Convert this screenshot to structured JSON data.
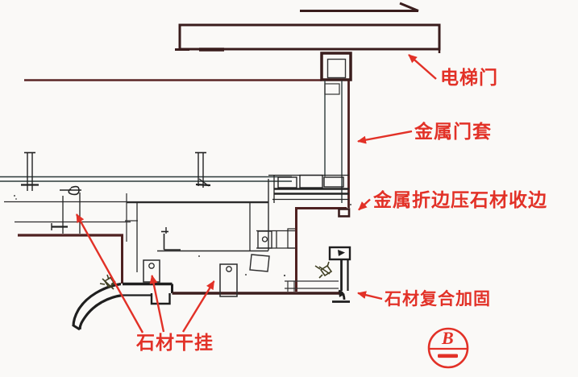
{
  "drawing_type": "architectural-detail-section",
  "annotations": {
    "elevator_door": "电梯门",
    "metal_door_casing": "金属门套",
    "metal_fold_stone_trim": "金属折边压石材收边",
    "stone_composite_reinforcement": "石材复合加固",
    "stone_dry_hanging": "石材干挂"
  },
  "section_mark": {
    "letter": "B"
  },
  "colors": {
    "annotation_red": "#e23127",
    "line_black": "#1f1f1f",
    "line_teal": "#2c3a3a",
    "line_maroon": "#5a2323",
    "slab_dark": "#3a1d1d",
    "background": "#faf9f7"
  }
}
